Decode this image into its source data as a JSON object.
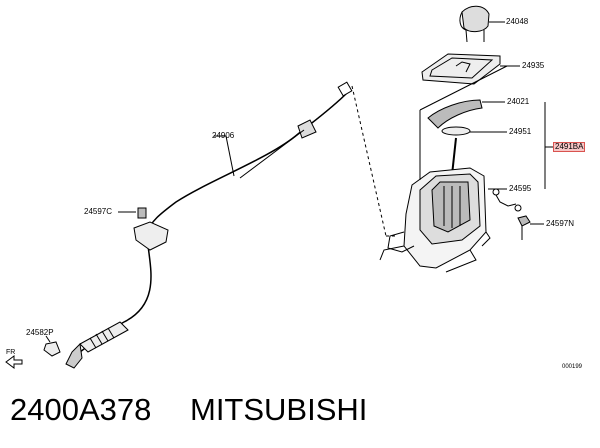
{
  "labels": {
    "p24048": "24048",
    "p24935": "24935",
    "p24021": "24021",
    "p24951": "24951",
    "p2491ba": "2491BA",
    "p24595": "24595",
    "p2497n": "24597N",
    "p24906": "24906",
    "p24597c": "24597C",
    "p24582p": "24582P"
  },
  "fr_label": "FR",
  "doc_id": "000199",
  "caption": {
    "part_number": "2400A378",
    "brand": "MITSUBISHI"
  },
  "colors": {
    "line": "#000000",
    "highlight": "#f6c6c6",
    "highlight_border": "#d9534f"
  }
}
